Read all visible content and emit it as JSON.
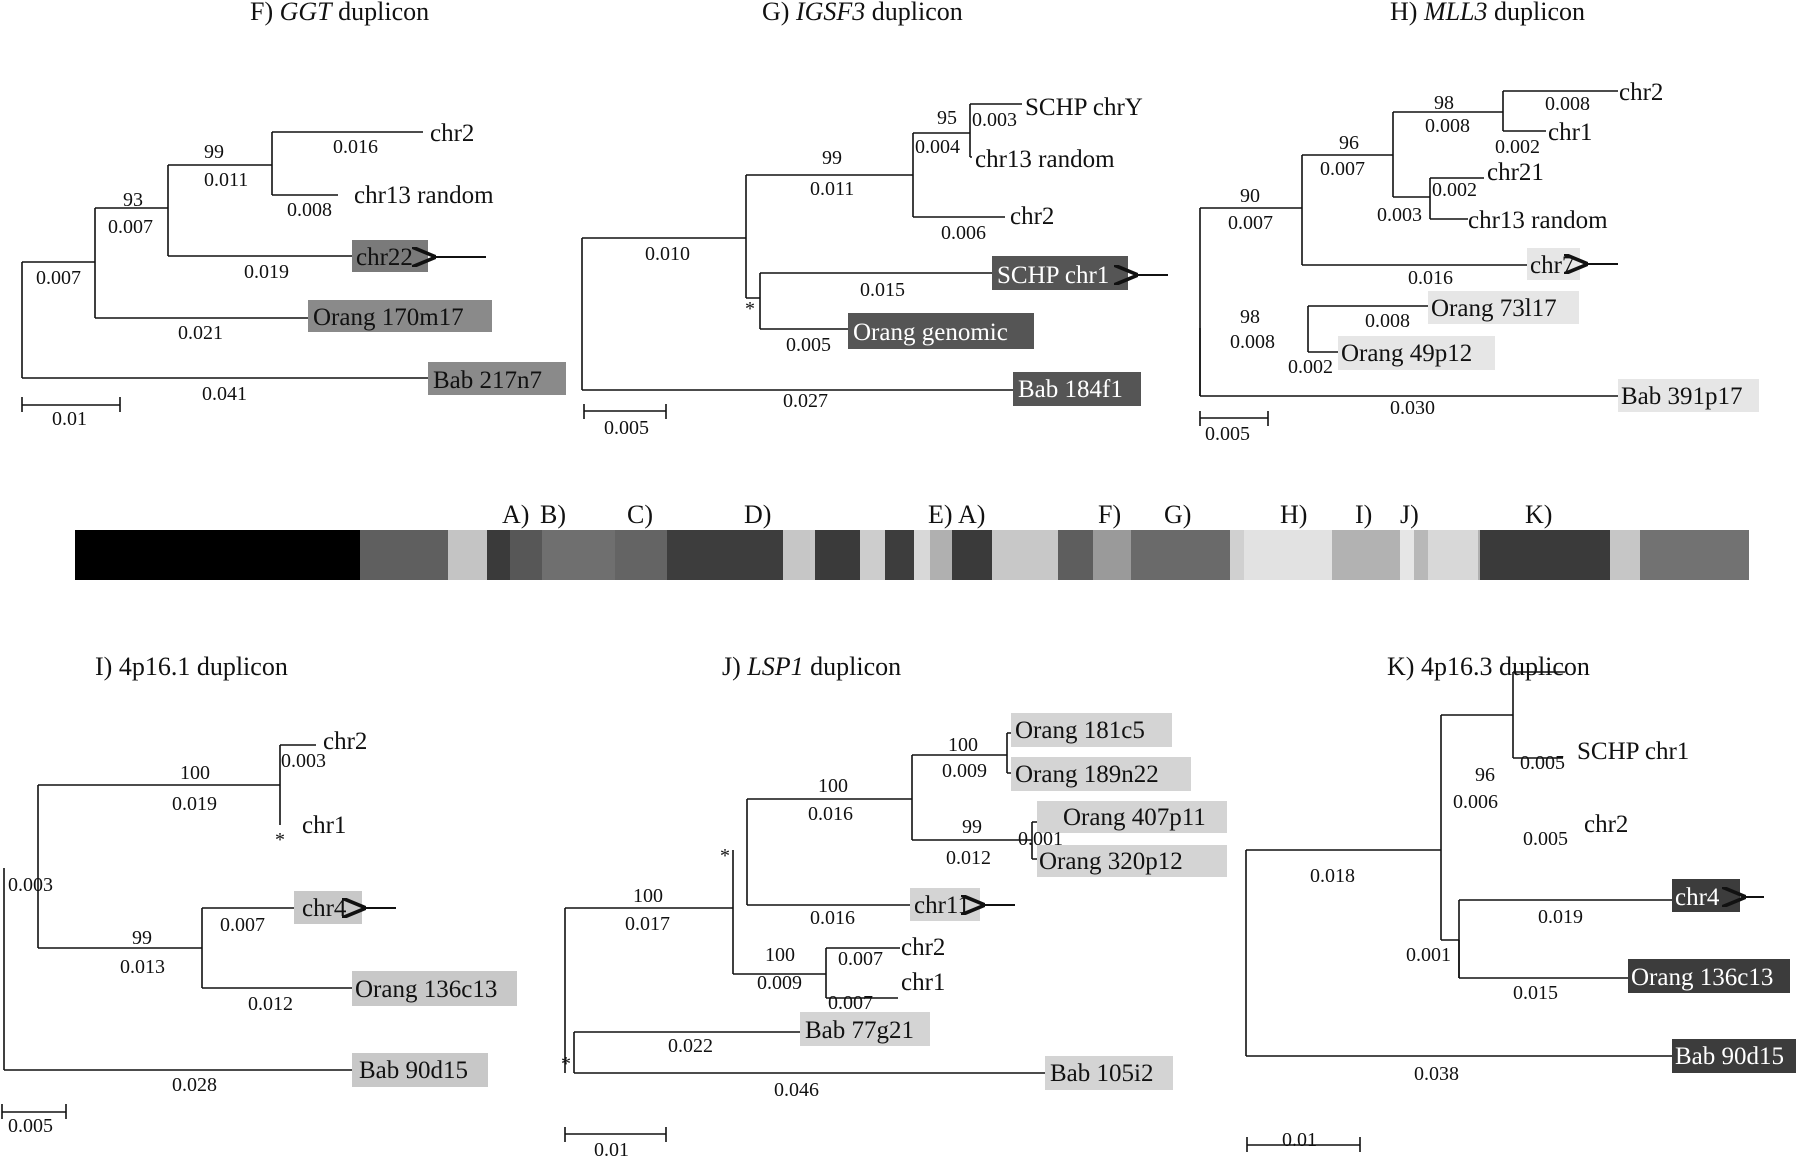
{
  "panels": {
    "F": {
      "prefix": "F) ",
      "gene": "GGT",
      "suffix": " duplicon",
      "leaves": {
        "chr2": "chr2",
        "chr13r": "chr13 random",
        "chr22": "chr22",
        "orang": "Orang 170m17",
        "bab": "Bab 217n7"
      },
      "lengths": {
        "chr2": "0.016",
        "chr13r": "0.008",
        "chr22": "0.019",
        "orang": "0.021",
        "bab": "0.041",
        "n99": "0.011",
        "n93": "0.007",
        "root": "0.007"
      },
      "bootstrap": {
        "n99": "99",
        "n93": "93"
      },
      "scale": "0.01",
      "colors": {
        "chr22": "#7a7a7a",
        "orang": "#8a8a8a",
        "bab": "#8a8a8a"
      }
    },
    "G": {
      "prefix": "G) ",
      "gene": "IGSF3",
      "suffix": " duplicon",
      "leaves": {
        "schpy": "SCHP chrY",
        "chr13r": "chr13 random",
        "chr2": "chr2",
        "schp1": "SCHP chr1",
        "orang": "Orang genomic",
        "bab": "Bab 184f1"
      },
      "lengths": {
        "schpy": "0.003",
        "chr13r": "0.004",
        "chr2": "0.006",
        "schp1": "0.015",
        "orang": "0.005",
        "bab": "0.027",
        "n99": "0.011",
        "root": "0.010"
      },
      "bootstrap": {
        "n95": "95",
        "n99": "99",
        "star": "*"
      },
      "scale": "0.005",
      "colors": {
        "schp1": "#555555",
        "orang": "#555555",
        "bab": "#555555"
      }
    },
    "H": {
      "prefix": "H) ",
      "gene": "MLL3",
      "suffix": " duplicon",
      "leaves": {
        "chr2": "chr2",
        "chr1": "chr1",
        "chr21": "chr21",
        "chr13r": "chr13 random",
        "chr7": "chr7",
        "orang73": "Orang 73l17",
        "orang49": "Orang 49p12",
        "bab": "Bab 391p17"
      },
      "lengths": {
        "chr2": "0.008",
        "chr1": "0.002",
        "n98a": "0.008",
        "chr21": "0.002",
        "chr13r": "0.003",
        "n96": "0.007",
        "chr7": "0.016",
        "orang73": "0.008",
        "orang49": "0.002",
        "n98b": "0.008",
        "n90": "0.007",
        "bab": "0.030"
      },
      "bootstrap": {
        "n98a": "98",
        "n96": "96",
        "n90": "90",
        "n98b": "98"
      },
      "scale": "0.005",
      "colors": {
        "chr7": "#e6e6e6",
        "orang73": "#e6e6e6",
        "orang49": "#e6e6e6",
        "bab": "#e6e6e6"
      }
    },
    "I": {
      "prefix": "I) ",
      "gene": "",
      "suffix": "4p16.1 duplicon",
      "leaves": {
        "chr2": "chr2",
        "chr1": "chr1",
        "chr4": "chr4",
        "orang": "Orang 136c13",
        "bab": "Bab 90d15"
      },
      "lengths": {
        "chr2": "0.003",
        "n100": "0.019",
        "chr4": "0.007",
        "n99": "0.013",
        "orang": "0.012",
        "bab": "0.028",
        "root": "0.003"
      },
      "bootstrap": {
        "n100": "100",
        "n99": "99",
        "star": "*"
      },
      "scale": "0.005",
      "colors": {
        "chr4": "#c8c8c8",
        "orang": "#c8c8c8",
        "bab": "#c8c8c8"
      }
    },
    "J": {
      "prefix": "J) ",
      "gene": "LSP1",
      "suffix": " duplicon",
      "leaves": {
        "o181": "Orang 181c5",
        "o189": "Orang 189n22",
        "o407": "Orang 407p11",
        "o320": "Orang 320p12",
        "chr11": "chr11",
        "chr2": "chr2",
        "chr1": "chr1",
        "bab77": "Bab 77g21",
        "bab105": "Bab 105i2"
      },
      "lengths": {
        "n100a": "0.009",
        "n100b": "0.016",
        "o407": "0.001",
        "n99": "0.012",
        "chr11": "0.016",
        "chr2": "0.007",
        "chr1": "0.007",
        "n100c": "0.009",
        "n100d": "0.017",
        "bab77": "0.022",
        "bab105": "0.046"
      },
      "bootstrap": {
        "n100a": "100",
        "n100b": "100",
        "n99": "99",
        "n100c": "100",
        "n100d": "100",
        "star1": "*",
        "star2": "*"
      },
      "scale": "0.01",
      "colors": {
        "orang": "#d4d4d4",
        "chr11": "#d4d4d4",
        "bab": "#d4d4d4"
      }
    },
    "K": {
      "prefix": "K) ",
      "gene": "",
      "suffix": "4p16.3 duplicon",
      "leaves": {
        "schp1": "SCHP chr1",
        "chr2": "chr2",
        "chr4": "chr4",
        "orang": "Orang 136c13",
        "bab": "Bab 90d15"
      },
      "lengths": {
        "schp1": "0.005",
        "n96": "0.006",
        "chr2": "0.005",
        "n_top": "0.018",
        "chr4": "0.019",
        "n001": "0.001",
        "orang": "0.015",
        "bab": "0.038"
      },
      "bootstrap": {
        "n96": "96"
      },
      "scale": "0.01",
      "colors": {
        "chr4": "#3c3c3c",
        "orang": "#3c3c3c",
        "bab": "#3c3c3c"
      }
    }
  },
  "segment_labels": [
    "A)",
    "B)",
    "C)",
    "D)",
    "E)",
    "A)",
    "F)",
    "G)",
    "H)",
    "I)",
    "J)",
    "K)"
  ],
  "segment_bar_colors": [
    "#000000",
    "#5f5f5f",
    "#c4c4c4",
    "#3a3a3a",
    "#575757",
    "#6f6f6f",
    "#646464",
    "#3d3d3d",
    "#c6c6c6",
    "#3a3a3a",
    "#cdcdcd",
    "#3d3d3d",
    "#d8d8d8",
    "#b0b0b0",
    "#3a3a3a",
    "#c8c8c8",
    "#5e5e5e",
    "#9a9a9a",
    "#6a6a6a",
    "#d0d0d0",
    "#e2e2e2",
    "#b2b2b2",
    "#e6e6e6",
    "#b8b8b8",
    "#d8d8d8",
    "#b0b0b0",
    "#3a3a3a",
    "#c6c6c6",
    "#727272"
  ]
}
